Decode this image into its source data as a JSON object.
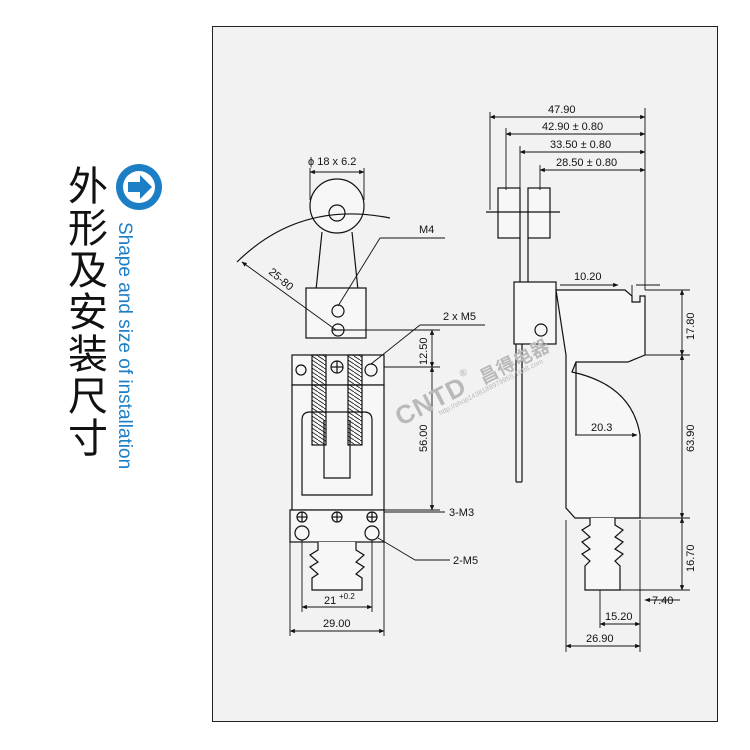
{
  "title": {
    "cjk": "外形及安装尺寸",
    "en": "Shape and size of installation"
  },
  "colors": {
    "accent": "#1c7fc6",
    "panel": "#f2f2f2",
    "line": "#111111"
  },
  "icons": {
    "arrow": "right-arrow-circle-icon"
  },
  "front_view": {
    "roller": "ϕ 18 x 6.2",
    "m4": "M4",
    "arc": "25-80",
    "m5x2": "2 x M5",
    "dim_12_50": "12.50",
    "dim_56": "56.00",
    "m3": "3-M3",
    "m5": "2-M5",
    "dim_21": "21",
    "dim_21_tol": "+0.2",
    "dim_29": "29.00"
  },
  "side_view": {
    "dim_47_90": "47.90",
    "dim_42_90": "42.90 ± 0.80",
    "dim_33_50": "33.50 ± 0.80",
    "dim_28_50": "28.50 ± 0.80",
    "dim_10_20": "10.20",
    "dim_17_80": "17.80",
    "dim_20_3": "20.3",
    "dim_63_90": "63.90",
    "dim_16_70": "16.70",
    "dim_7_40": "7.40",
    "dim_15_20": "15.20",
    "dim_26_90": "26.90"
  },
  "watermark": {
    "brand": "CNTD",
    "reg": "®",
    "cjk": "昌得电器",
    "url": "http://shop1438188979955.1688.com"
  }
}
